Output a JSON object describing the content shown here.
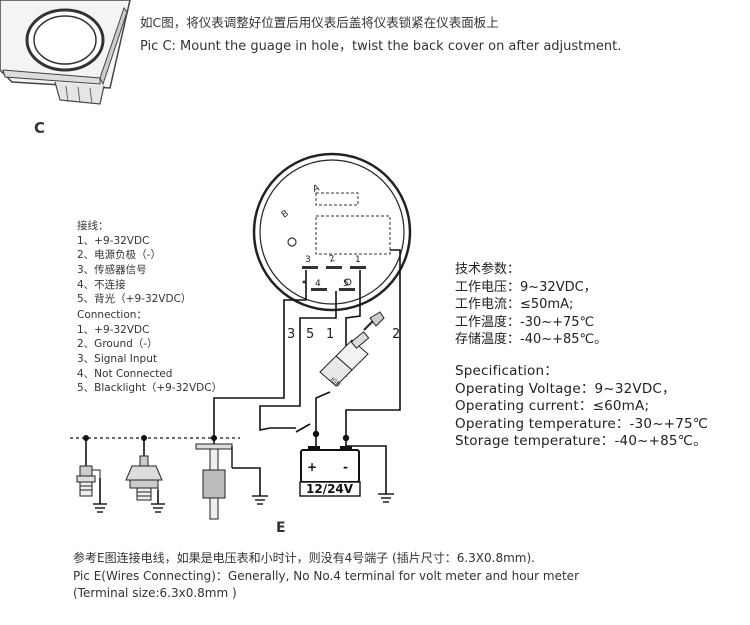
{
  "header": {
    "caption_cn": "如C图，将仪表调整好位置后用仪表后盖将仪表锁紧在仪表面板上",
    "caption_en": "Pic C: Mount the guage in hole，twist the back  cover on after adjustment.",
    "label": "C"
  },
  "connection_cn": {
    "title": "接线：",
    "items": [
      "1、+9-32VDC",
      "2、电源负极（-）",
      "3、传感器信号",
      "4、不连接",
      "5、背光（+9-32VDC）"
    ]
  },
  "connection_en": {
    "title": "Connection：",
    "items": [
      "1、+9-32VDC",
      "2、Ground（-）",
      "3、Signal  Input",
      "4、Not Connected",
      "5、Blacklight（+9-32VDC）"
    ]
  },
  "spec_cn": {
    "title": "技术参数：",
    "items": [
      "工作电压：9~32VDC，",
      "工作电流：≤50mA;",
      "工作温度：-30~+75℃",
      "存储温度：-40~+85℃。"
    ]
  },
  "spec_en": {
    "title": "Specification：",
    "items": [
      "Operating Voltage：9~32VDC，",
      "Operating current：≤60mA;",
      "Operating temperature：-30~+75℃",
      "Storage temperature：-40~+85℃。"
    ]
  },
  "diagram": {
    "wire_labels": [
      "3",
      "5",
      "1",
      "2"
    ],
    "pin_labels": [
      "3",
      "2",
      "1",
      "4",
      "5"
    ],
    "battery": {
      "label": "12/24V",
      "plus": "+",
      "minus": "-"
    },
    "gauge_letters": [
      "A",
      "B"
    ],
    "label": "E"
  },
  "footer": {
    "line_cn": "参考E图连接电线，如果是电压表和小时计，则没有4号端子 (插片尺寸：6.3X0.8mm).",
    "line_en1": "Pic E(Wires Connecting)：Generally, No No.4 terminal for volt meter and hour meter",
    "line_en2": "(Terminal size:6.3x0.8mm )"
  }
}
